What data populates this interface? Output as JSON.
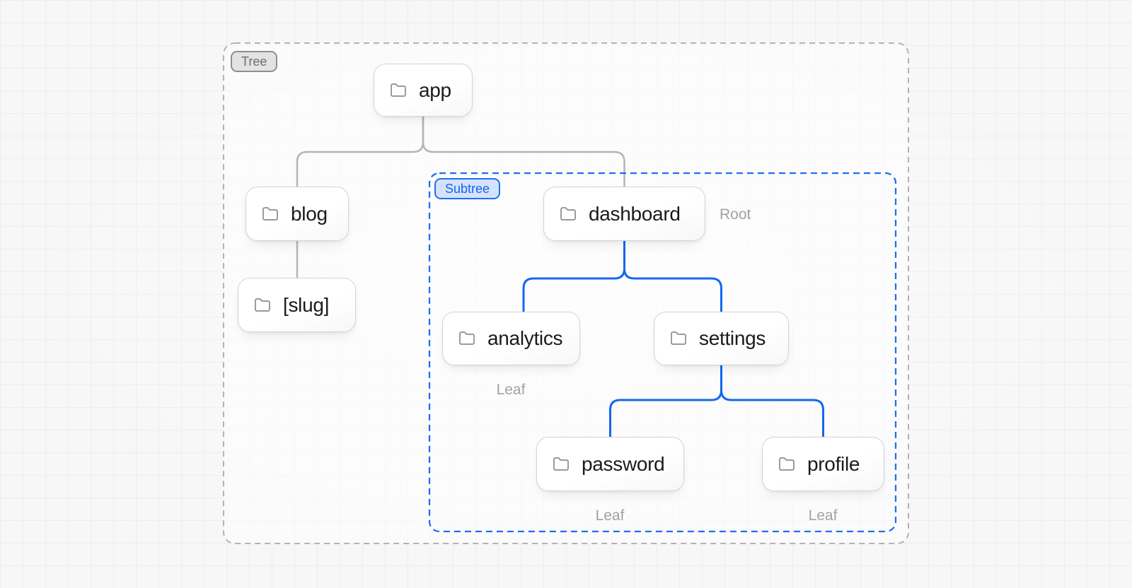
{
  "diagram_type": "file-route-tree",
  "groups": {
    "tree": {
      "label": "Tree",
      "border_color": "#b3b3b5",
      "badge": {
        "bg": "#e3e3e3",
        "border": "#8f8f8f",
        "text_color": "#6f6f6f"
      }
    },
    "subtree": {
      "label": "Subtree",
      "border_color": "#1f6ef2",
      "badge": {
        "bg": "#d4e2fb",
        "border": "#1f6ef2",
        "text_color": "#1a63ea"
      }
    }
  },
  "nodes": [
    {
      "label": "app"
    },
    {
      "label": "blog"
    },
    {
      "label": "[slug]"
    },
    {
      "label": "dashboard",
      "annotation": "Root"
    },
    {
      "label": "analytics",
      "annotation": "Leaf"
    },
    {
      "label": "settings"
    },
    {
      "label": "password",
      "annotation": "Leaf"
    },
    {
      "label": "profile",
      "annotation": "Leaf"
    }
  ],
  "hierarchy": [
    {
      "parent": "app",
      "child": "blog",
      "edge_color": "gray"
    },
    {
      "parent": "app",
      "child": "dashboard",
      "edge_color": "gray"
    },
    {
      "parent": "blog",
      "child": "[slug]",
      "edge_color": "gray"
    },
    {
      "parent": "dashboard",
      "child": "analytics",
      "edge_color": "blue"
    },
    {
      "parent": "dashboard",
      "child": "settings",
      "edge_color": "blue"
    },
    {
      "parent": "settings",
      "child": "password",
      "edge_color": "blue"
    },
    {
      "parent": "settings",
      "child": "profile",
      "edge_color": "blue"
    }
  ],
  "colors": {
    "edge_gray": "#b4b4b6",
    "edge_blue": "#1567f0",
    "node_text": "#1b1b1d",
    "node_border": "#d3d3d5",
    "annotation_text": "#a2a2a4",
    "folder_icon": "#8c8c8e",
    "canvas_bg": "#f7f7f8",
    "grid_line": "#ededef"
  }
}
